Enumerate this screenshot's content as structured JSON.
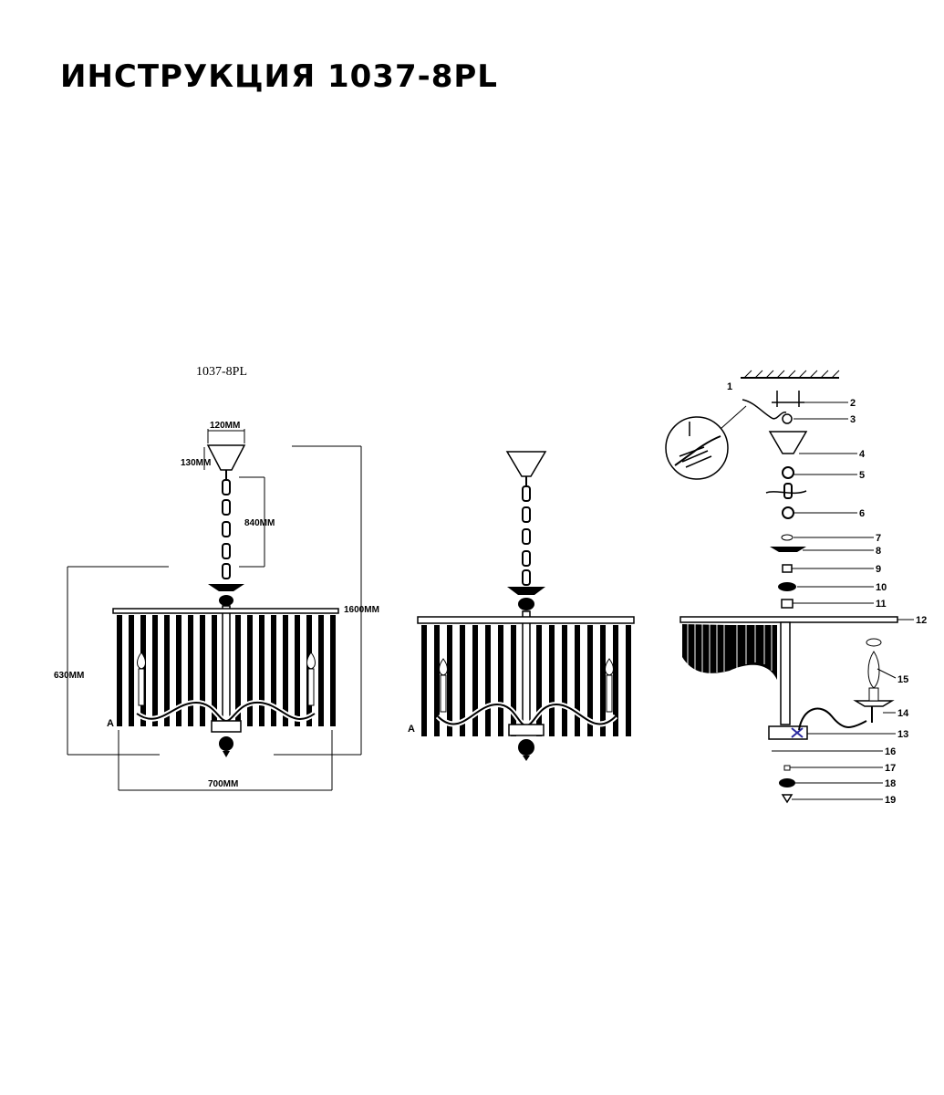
{
  "title": "ИНСТРУКЦИЯ 1037-8PL",
  "model_label": "1037-8PL",
  "dimensions": {
    "canopy_width": "120MM",
    "canopy_height": "130MM",
    "chain_length": "840MM",
    "total_height": "1600MM",
    "body_height": "630MM",
    "diameter": "700MM"
  },
  "view_marker": "A",
  "part_numbers": [
    "1",
    "2",
    "3",
    "4",
    "5",
    "6",
    "7",
    "8",
    "9",
    "10",
    "11",
    "12",
    "13",
    "14",
    "15",
    "16",
    "17",
    "18",
    "19"
  ]
}
